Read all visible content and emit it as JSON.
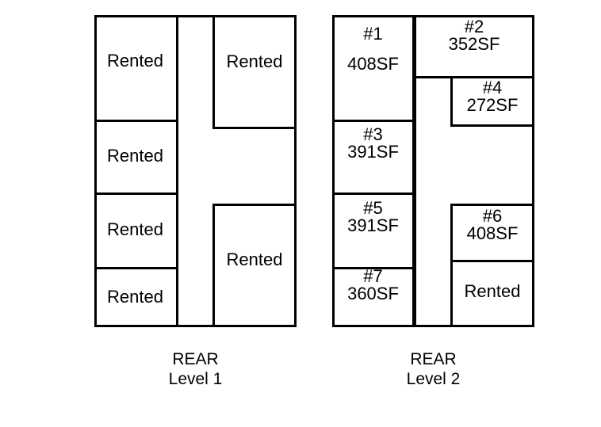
{
  "level1": {
    "caption_title": "REAR",
    "caption_subtitle": "Level 1",
    "units": {
      "left1": "Rented",
      "left2": "Rented",
      "left3": "Rented",
      "left4": "Rented",
      "right_top": "Rented",
      "right_bottom": "Rented"
    }
  },
  "level2": {
    "caption_title": "REAR",
    "caption_subtitle": "Level 2",
    "units": {
      "u1": {
        "number": "#1",
        "area": "408SF"
      },
      "u2": {
        "number": "#2",
        "area": "352SF"
      },
      "u3": {
        "number": "#3",
        "area": "391SF"
      },
      "u4": {
        "number": "#4",
        "area": "272SF"
      },
      "u5": {
        "number": "#5",
        "area": "391SF"
      },
      "u6": {
        "number": "#6",
        "area": "408SF"
      },
      "u7": {
        "number": "#7",
        "area": "360SF"
      },
      "rented": "Rented"
    }
  },
  "colors": {
    "line": "#000000",
    "text": "#000000",
    "background": "#ffffff"
  }
}
